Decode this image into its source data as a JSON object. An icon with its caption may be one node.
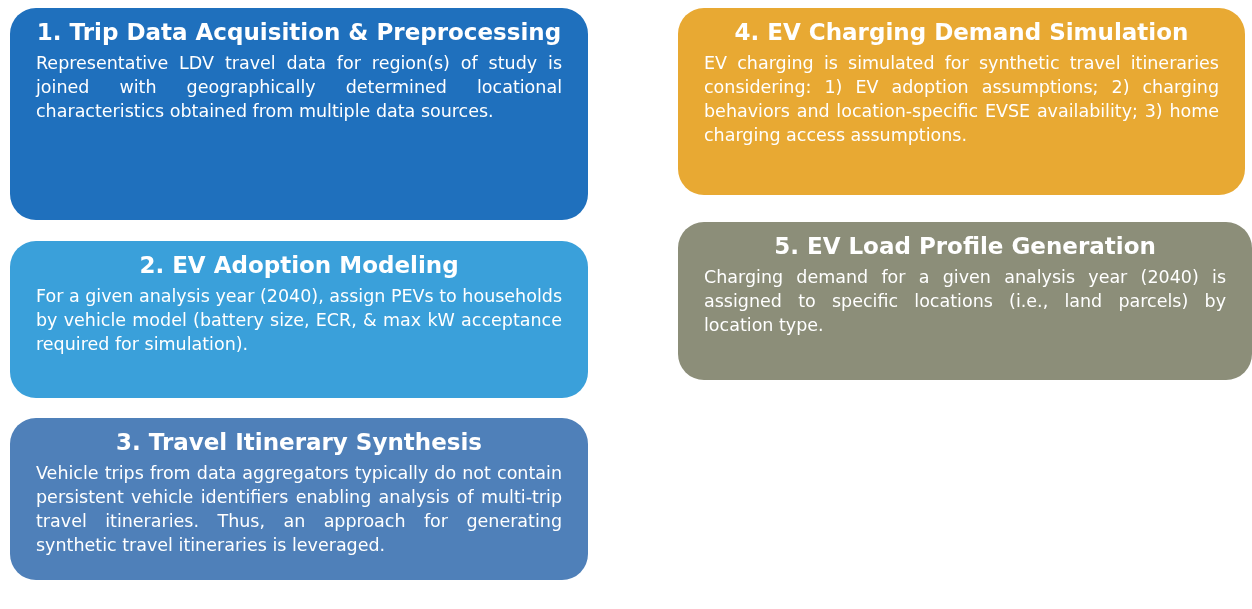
{
  "diagram": {
    "nodes": [
      {
        "text": [
          "1. Trip Data Acquisition & Preprocessing",
          "Representative LDV travel data for region(s) of study is joined with geographically determined locational characteristics obtained from multiple data sources."
        ]
      },
      {
        "text": [
          "2. EV Adoption Modeling",
          "For a given analysis year (2040), assign PEVs to households by vehicle model (battery size, ECR, & max kW acceptance required for simulation)."
        ]
      },
      {
        "text": [
          "3. Travel Itinerary Synthesis",
          "Vehicle trips from data aggregators typically do not contain persistent vehicle identifiers enabling analysis of multi-trip travel itineraries. Thus, an approach for generating synthetic travel itineraries is leveraged."
        ]
      },
      {
        "text": [
          "4. EV Charging Demand Simulation",
          "EV charging is simulated for synthetic travel itineraries considering: 1) EV adoption assumptions; 2) charging behaviors and location-specific EVSE availability; 3) home charging access assumptions."
        ]
      },
      {
        "text": [
          "5. EV Load Profile Generation",
          "Charging demand for a given analysis year (2040) is assigned to specific locations (i.e., land parcels) by location type."
        ]
      }
    ]
  }
}
